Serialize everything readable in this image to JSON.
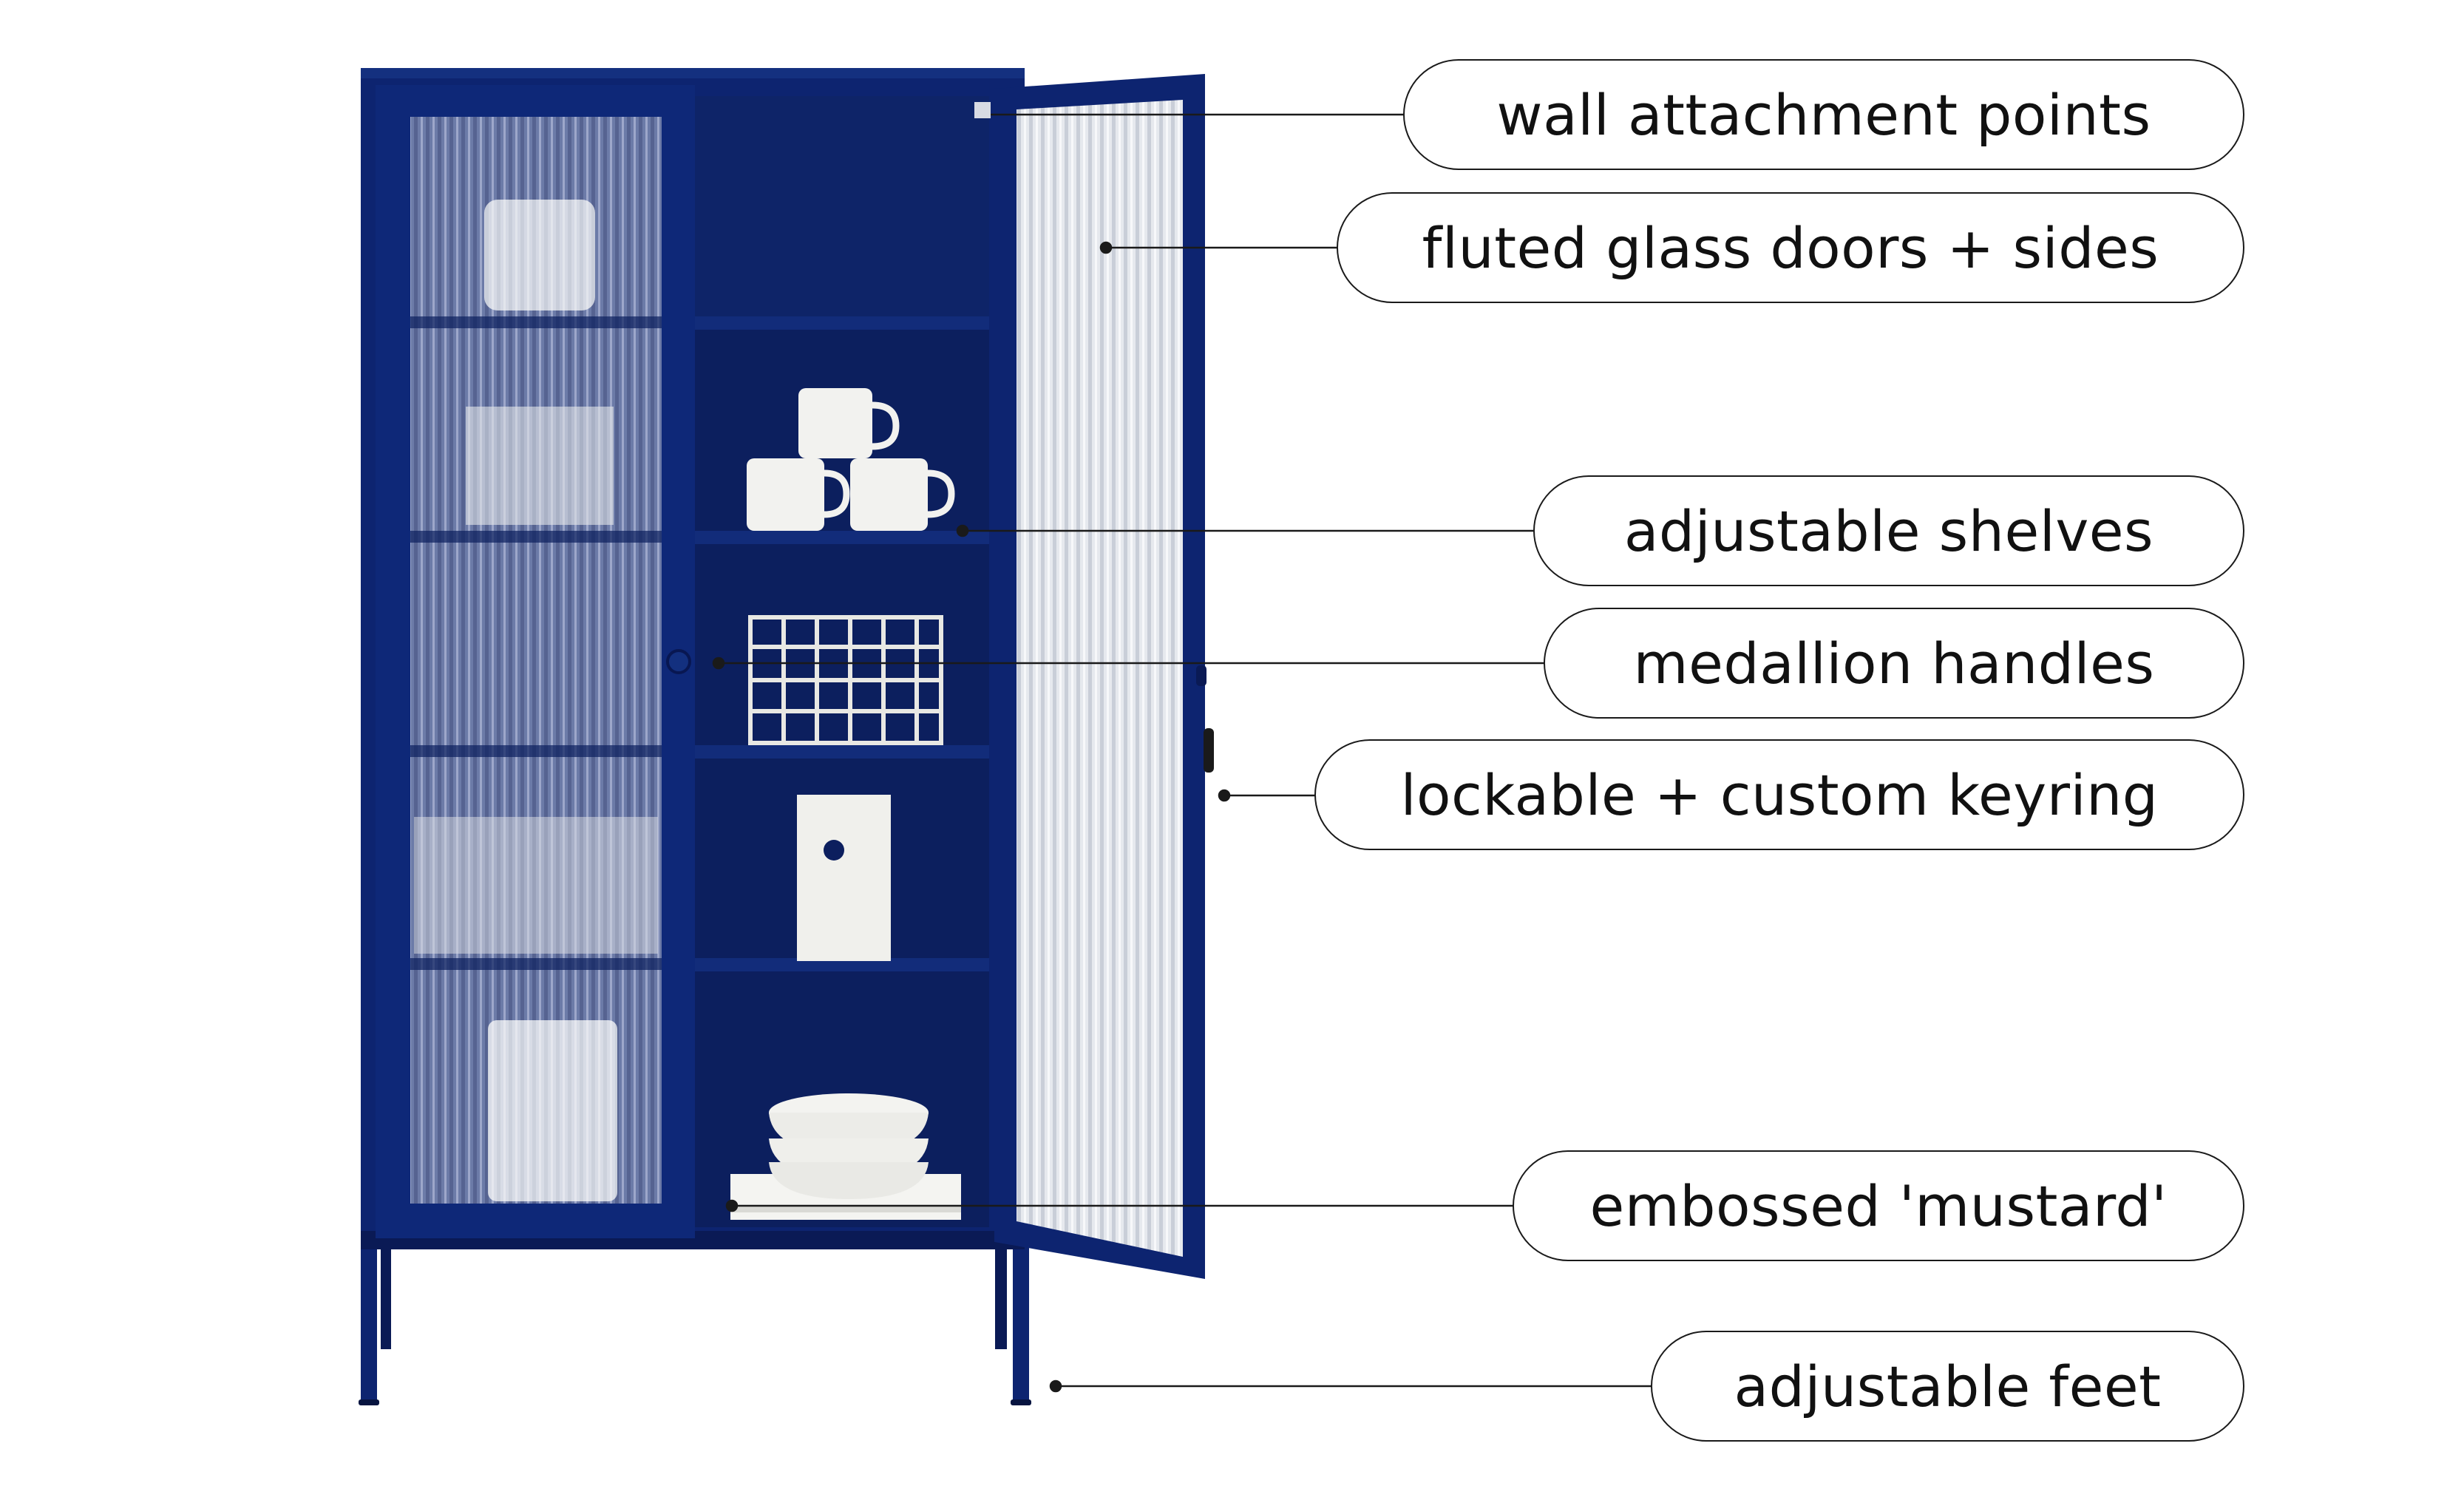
{
  "colors": {
    "cabinet_navy": "#0d2470",
    "cabinet_navy_dark": "#0a1a55",
    "interior_navy": "#0c1f5e",
    "glass": "#e8ebef",
    "ceramic": "#f2f2ef",
    "leader_line": "#1a1a1a",
    "callout_border": "#1a1a1a",
    "background": "#ffffff"
  },
  "callouts": [
    {
      "id": "wall-attachment-points",
      "label": "wall attachment points",
      "icon": "bracket-marker"
    },
    {
      "id": "fluted-glass",
      "label": "fluted glass doors + sides",
      "icon": "dot-marker"
    },
    {
      "id": "adjustable-shelves",
      "label": "adjustable shelves",
      "icon": "dot-marker"
    },
    {
      "id": "medallion-handles",
      "label": "medallion handles",
      "icon": "dot-marker"
    },
    {
      "id": "lockable",
      "label": "lockable + custom keyring",
      "icon": "dot-marker"
    },
    {
      "id": "embossed",
      "label": "embossed 'mustard'",
      "icon": "dot-marker"
    },
    {
      "id": "adjustable-feet",
      "label": "adjustable feet",
      "icon": "dot-marker"
    }
  ]
}
